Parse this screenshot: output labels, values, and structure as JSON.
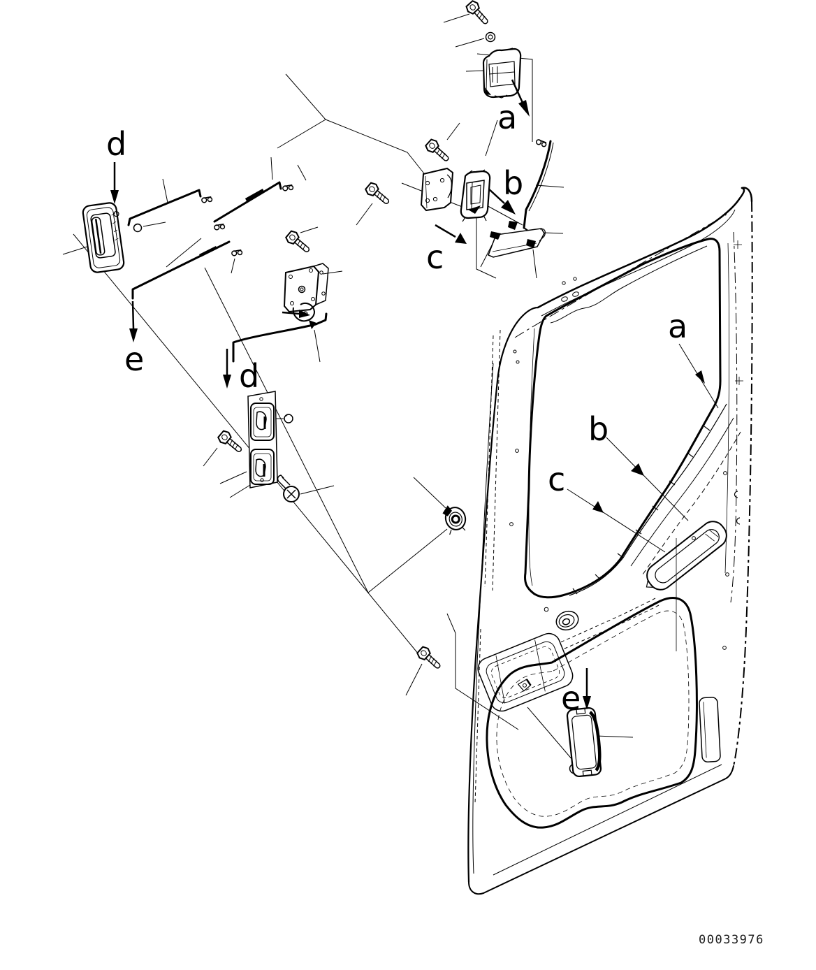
{
  "document": {
    "kind": "exploded-parts-line-diagram",
    "subject": "cab door assembly with latch, handles, lock and control rods",
    "figure_number": "00033976",
    "colors": {
      "ink": "#000000",
      "paper": "#ffffff"
    }
  },
  "labels": {
    "a_top": "a",
    "b_top": "b",
    "c_top": "c",
    "d_left": "d",
    "e_left": "e",
    "d_lower": "d",
    "a_door": "a",
    "b_door": "b",
    "c_door": "c",
    "e_door": "e"
  },
  "components": [
    "hex-flange-bolt",
    "washer",
    "door-latch-assembly",
    "latch-striker-housing",
    "striker-bracket",
    "control-rod",
    "rod-snap-clip",
    "rod-turnbuckle",
    "outside-door-handle",
    "inside-handle-panel",
    "door-lock-assembly",
    "lock-cylinder",
    "bell-crank-rod",
    "inside-handle-cover",
    "cab-door-panel",
    "upper-window-opening",
    "lower-window-opening",
    "door-grab-pocket",
    "inner-door-pocket",
    "grommet"
  ]
}
